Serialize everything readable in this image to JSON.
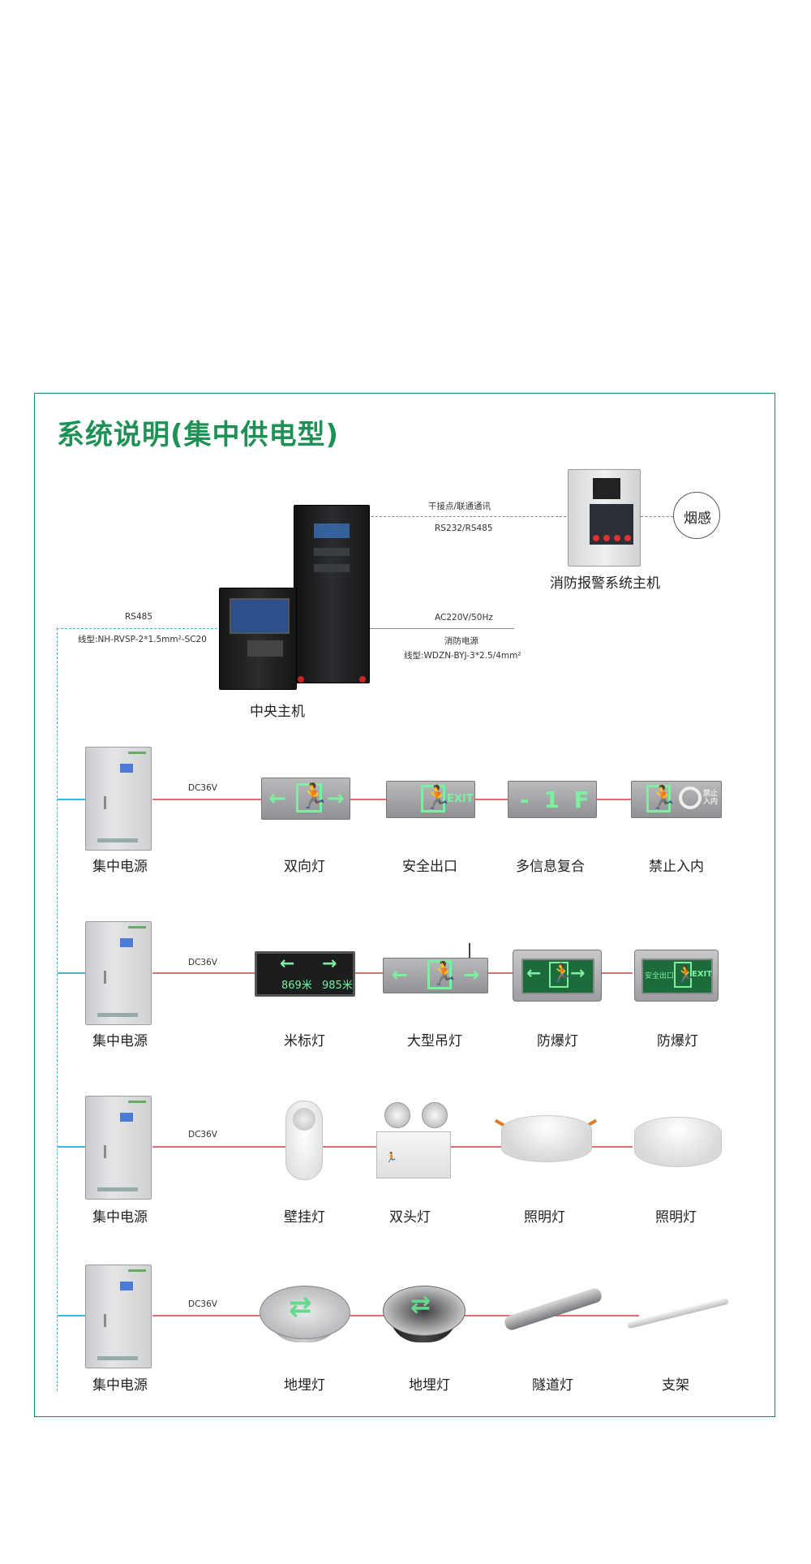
{
  "title": "系统说明(集中供电型)",
  "links": {
    "dry_contact": "干接点/联通通讯",
    "rs232": "RS232/RS485",
    "ac": "AC220V/50Hz",
    "fire_power": "消防电源",
    "wire_power": "线型:WDZN-BYJ-3*2.5/4mm²",
    "rs485": "RS485",
    "wire_bus": "线型:NH-RVSP-2*1.5mm²-SC20",
    "dc": "DC36V"
  },
  "devices": {
    "fire_alarm_host": "消防报警系统主机",
    "smoke": "烟感",
    "central_host": "中央主机"
  },
  "rows": [
    {
      "source": "集中电源",
      "dc": "DC36V",
      "items": [
        "双向灯",
        "安全出口",
        "多信息复合",
        "禁止入内"
      ]
    },
    {
      "source": "集中电源",
      "dc": "DC36V",
      "items": [
        "米标灯",
        "大型吊灯",
        "防爆灯",
        "防爆灯"
      ]
    },
    {
      "source": "集中电源",
      "dc": "DC36V",
      "items": [
        "壁挂灯",
        "双头灯",
        "照明灯",
        "照明灯"
      ]
    },
    {
      "source": "集中电源",
      "dc": "DC36V",
      "items": [
        "地埋灯",
        "地埋灯",
        "隧道灯",
        "支架"
      ]
    }
  ],
  "sign_text": {
    "exit": "EXIT",
    "floor": "- 1 F",
    "no_entry": "禁止入内",
    "safe_exit": "安全出口",
    "meter_left": "869米",
    "meter_right": "985米"
  },
  "colors": {
    "brand_green": "#1f9157",
    "frame_green": "#1e8a5c",
    "power_line": "#e07070",
    "bus_line": "#3fb7d9"
  }
}
